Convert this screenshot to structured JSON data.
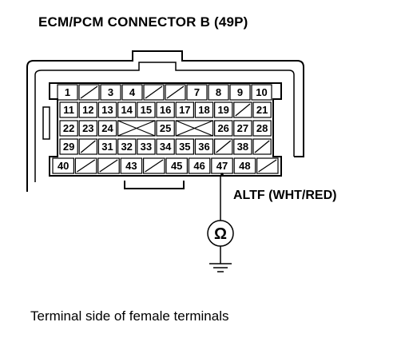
{
  "title": "ECM/PCM CONNECTOR B (49P)",
  "wire_label": "ALTF (WHT/RED)",
  "caption": "Terminal side of female terminals",
  "meter_symbol": "Ω",
  "connector": {
    "terminal_count": 49,
    "rows": [
      [
        "1",
        "/",
        "3",
        "4",
        "/",
        "/",
        "7",
        "8",
        "9",
        "10"
      ],
      [
        "11",
        "12",
        "13",
        "14",
        "15",
        "16",
        "17",
        "18",
        "19",
        "/",
        "21"
      ],
      [
        "22",
        "23",
        "24",
        "X",
        "X",
        "25",
        "X",
        "X",
        "26",
        "27",
        "28"
      ],
      [
        "29",
        "/",
        "31",
        "32",
        "33",
        "34",
        "35",
        "36",
        "/",
        "38",
        "/"
      ],
      [
        "40",
        "/",
        "/",
        "43",
        "/",
        "45",
        "46",
        "47",
        "48",
        "/"
      ]
    ],
    "probed_terminal": "47"
  }
}
